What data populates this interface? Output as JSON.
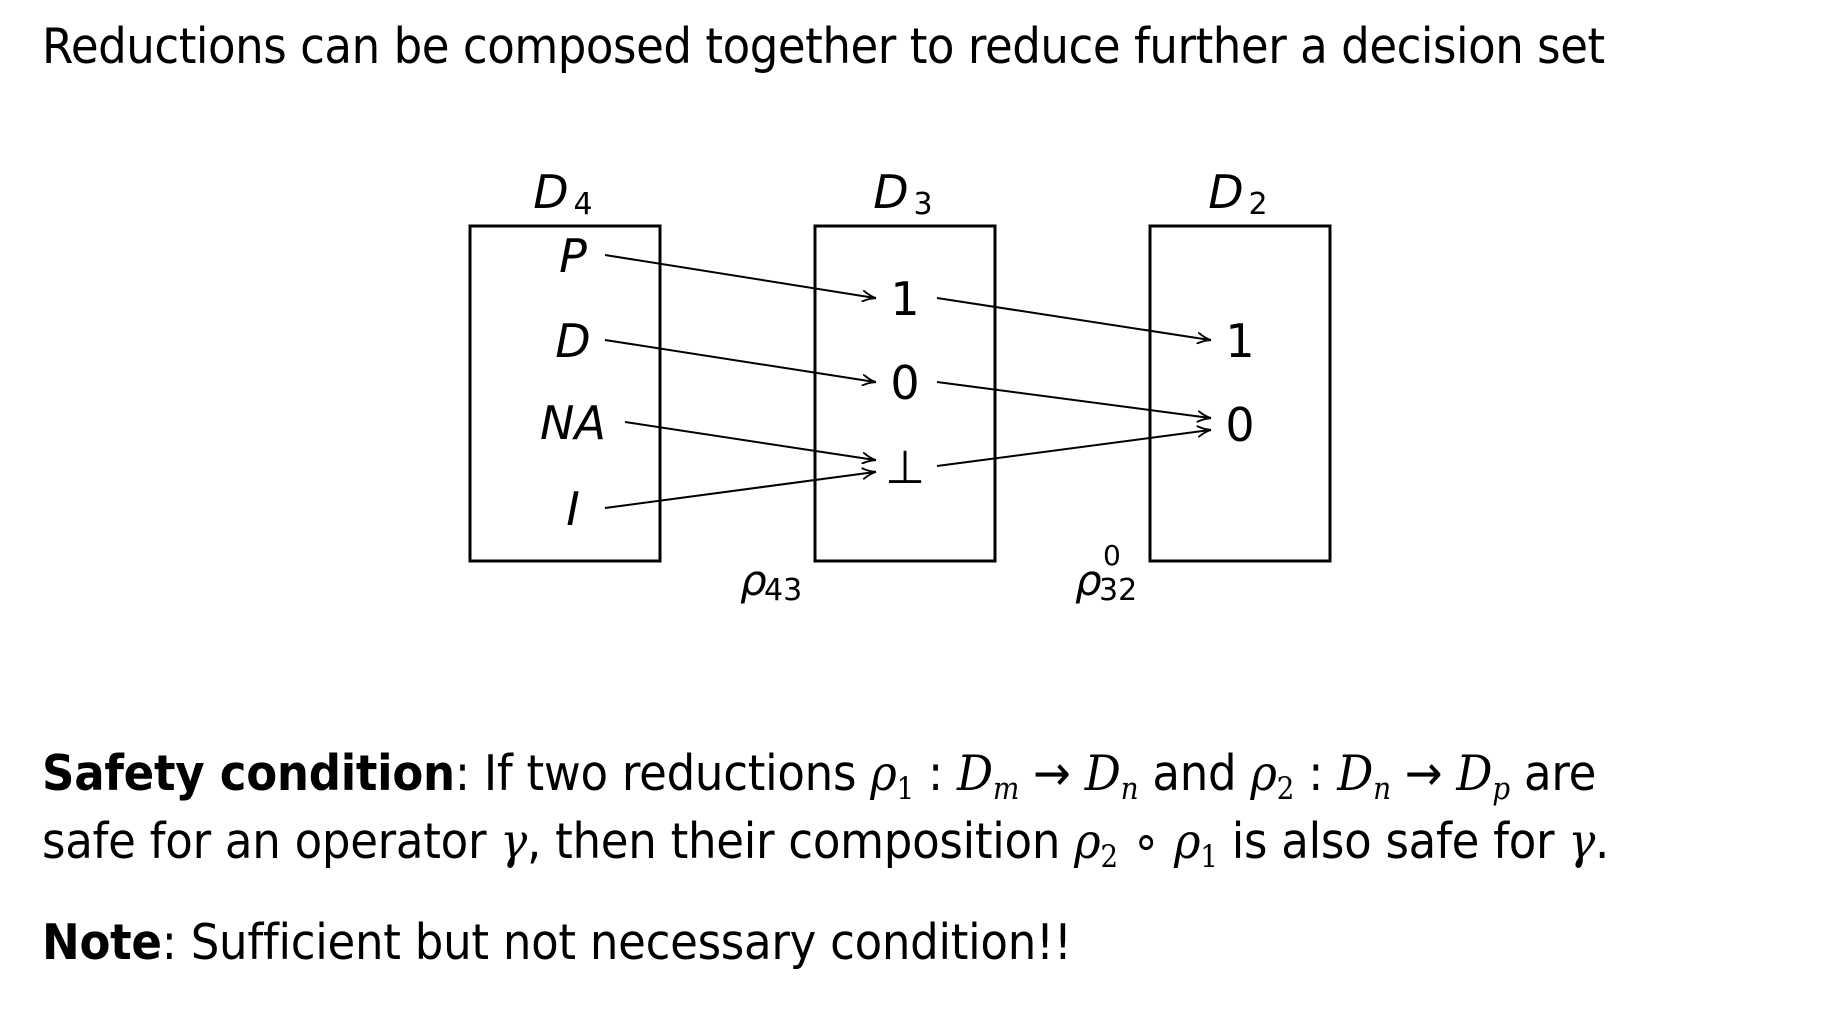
{
  "slide": {
    "title": "Reductions can be composed together to reduce further a decision set"
  },
  "diagram": {
    "sets": [
      {
        "name": "D",
        "sub": "4",
        "elements": [
          "P",
          "D",
          "NA",
          "I"
        ]
      },
      {
        "name": "D",
        "sub": "3",
        "elements": [
          "1",
          "0",
          "⊥"
        ]
      },
      {
        "name": "D",
        "sub": "2",
        "elements": [
          "1",
          "0"
        ]
      }
    ],
    "mappings": [
      {
        "label": "ρ",
        "sub": "43",
        "sup": "",
        "from_set": 0,
        "to_set": 1,
        "pairs": [
          [
            "P",
            "1"
          ],
          [
            "D",
            "0"
          ],
          [
            "NA",
            "⊥"
          ],
          [
            "I",
            "⊥"
          ]
        ]
      },
      {
        "label": "ρ",
        "sub": "32",
        "sup": "0",
        "from_set": 1,
        "to_set": 2,
        "pairs": [
          [
            "1",
            "1"
          ],
          [
            "0",
            "0"
          ],
          [
            "⊥",
            "0"
          ]
        ]
      }
    ]
  },
  "safety": {
    "heading": "Safety condition",
    "colon": ":",
    "t1": " If two reductions ",
    "rho": "ρ",
    "one": "1",
    "two": "2",
    "colon_sp": " : ",
    "D": "D",
    "m": "m",
    "n": "n",
    "p": "p",
    "arrow": " → ",
    "and": " and ",
    "are": " are",
    "t2": "safe for an operator ",
    "gamma": "γ",
    "t3": ", then their composition ",
    "circ": " ∘ ",
    "t4": " is also safe for ",
    "period": "."
  },
  "note": {
    "heading": "Note",
    "text": ": Sufficient but not necessary condition!!"
  }
}
